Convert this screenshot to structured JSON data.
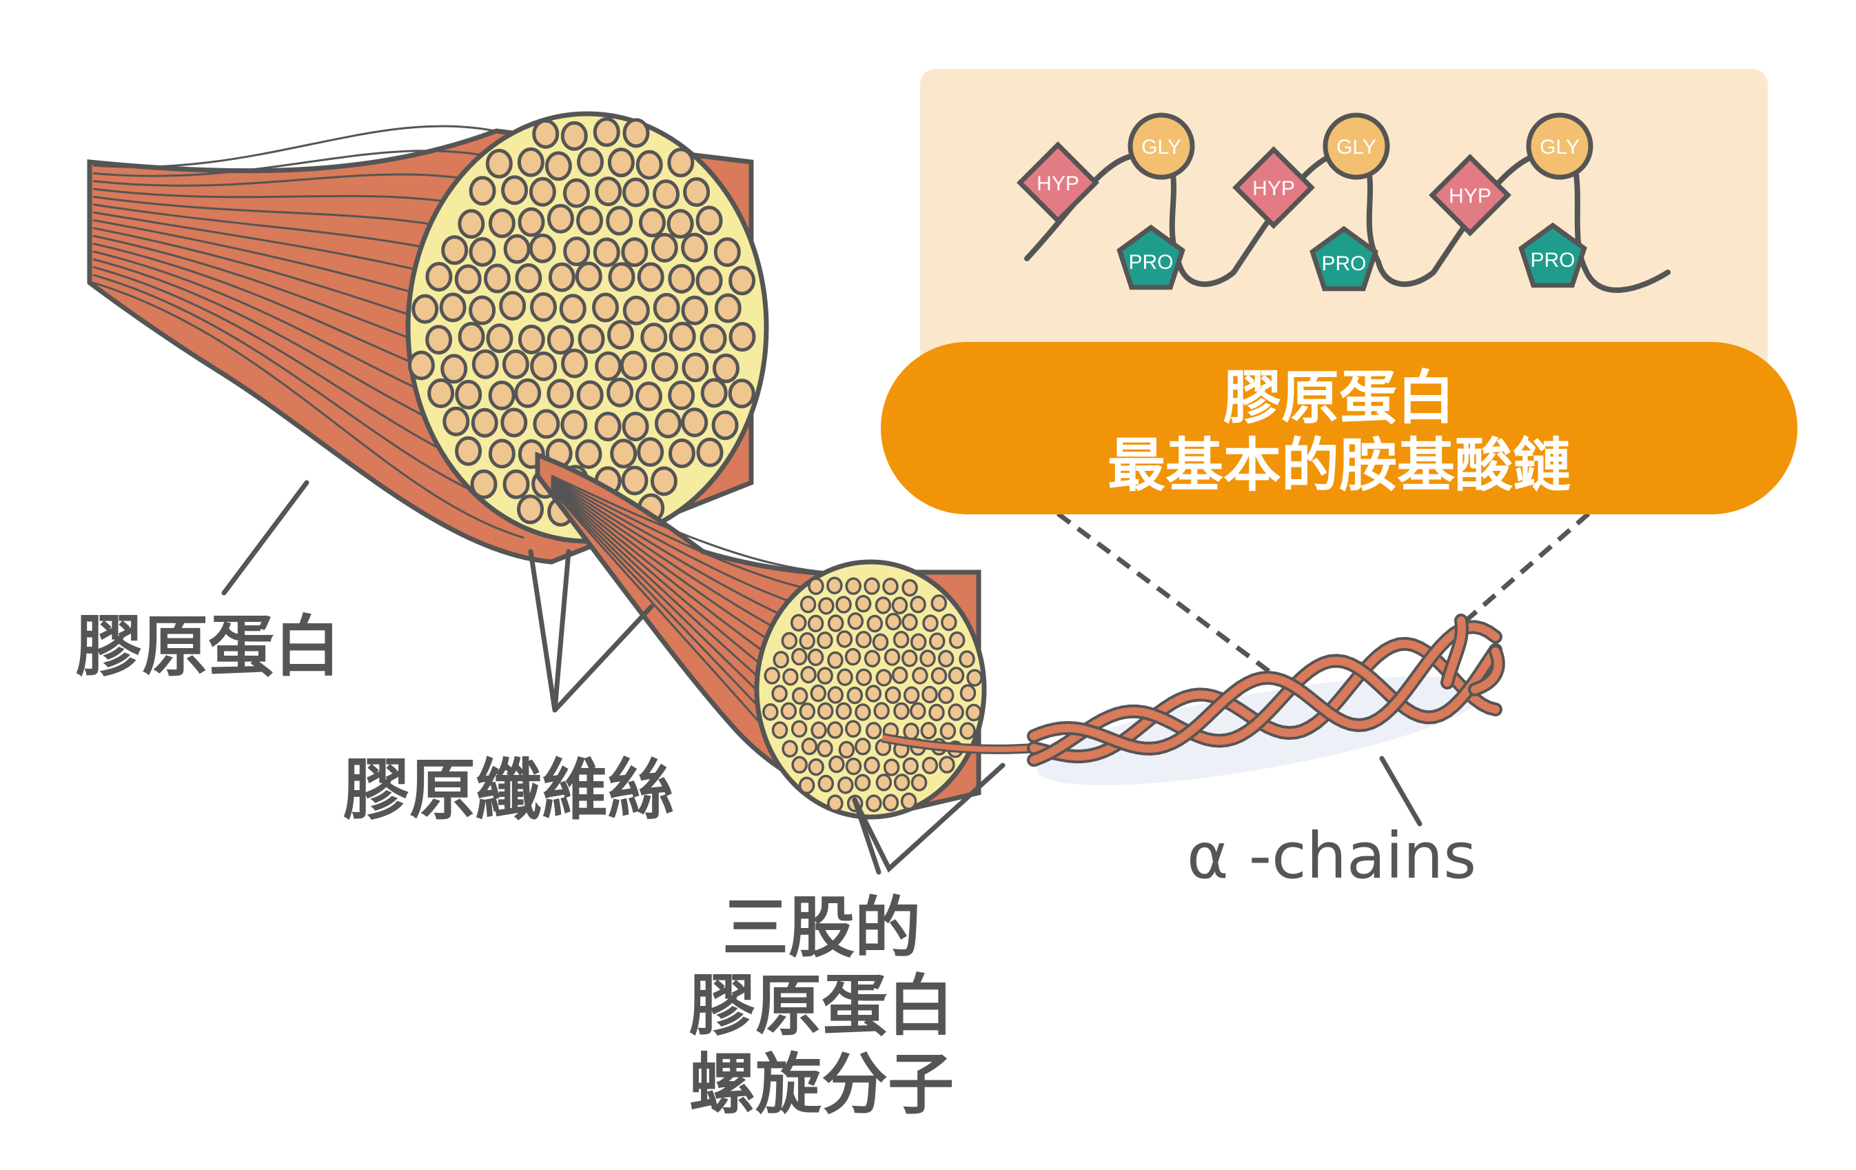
{
  "labels": {
    "collagen": "膠原蛋白",
    "fibril": "膠原纖維絲",
    "triple_helix": [
      "三股的",
      "膠原蛋白",
      "螺旋分子"
    ],
    "alpha_chains": "α -chains"
  },
  "banner": {
    "line1": "膠原蛋白",
    "line2": "最基本的胺基酸鏈"
  },
  "amino_acids": {
    "gly": "GLY",
    "hyp": "HYP",
    "pro": "PRO"
  },
  "colors": {
    "muscle_red": "#d97a5a",
    "fiber_cross_section": "#f6eca0",
    "fibril_dot": "#efc590",
    "outline": "#555555",
    "panel_bg": "#fbe8cc",
    "banner": "#f29407",
    "gly": "#f2c070",
    "hyp": "#e37b84",
    "pro": "#1f9c8c"
  }
}
